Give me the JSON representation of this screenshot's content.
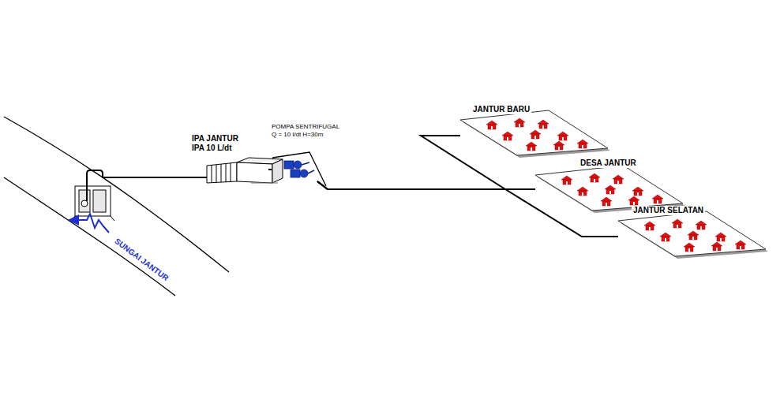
{
  "diagram": {
    "nodes": [
      {
        "text": [
          "IPA JANTUR",
          "IPA 10 L/dt"
        ]
      },
      {
        "text": [
          "POMPA SENTRIFUGAL Q = 10 l/dt H=30m"
        ]
      },
      {
        "text": [
          "JANTUR BARU"
        ]
      },
      {
        "text": [
          "DESA JANTUR"
        ]
      },
      {
        "text": [
          "JANTUR SELATAN"
        ]
      }
    ],
    "edges": [
      {
        "from": 0,
        "to": 1,
        "arrow": "none"
      },
      {
        "from": 1,
        "to": 2,
        "arrow": "none"
      },
      {
        "from": 1,
        "to": 3,
        "arrow": "none"
      },
      {
        "from": 1,
        "to": 4,
        "arrow": "none"
      }
    ],
    "labels": [
      "SUNGAI JANTUR"
    ]
  }
}
